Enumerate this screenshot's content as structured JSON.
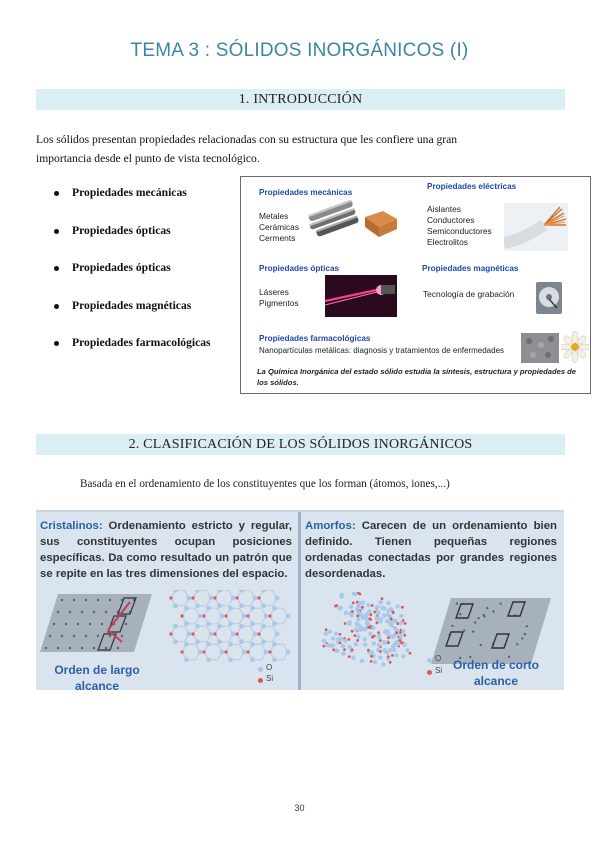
{
  "title": "TEMA 3 : SÓLIDOS INORGÁNICOS (I)",
  "section1": {
    "heading": "1. INTRODUCCIÓN",
    "intro_line1": "Los sólidos presentan propiedades relacionadas con su estructura que les confiere una gran",
    "intro_line2": "importancia desde el punto de vista tecnológico.",
    "bullets": [
      "Propiedades mecánicas",
      "Propiedades ópticas",
      "Propiedades ópticas",
      "Propiedades magnéticas",
      "Propiedades farmacológicas"
    ]
  },
  "properties_box": {
    "mecanicas": {
      "heading": "Propiedades mecánicas",
      "items": [
        "Metales",
        "Cerámicas",
        "Cerments"
      ]
    },
    "electricas": {
      "heading": "Propiedades eléctricas",
      "items": [
        "Aislantes",
        "Conductores",
        "Semiconductores",
        "Electrolitos"
      ]
    },
    "opticas": {
      "heading": "Propiedades ópticas",
      "items": [
        "Láseres",
        "Pigmentos"
      ]
    },
    "magneticas": {
      "heading": "Propiedades magnéticas",
      "items": [
        "Tecnología de grabación"
      ]
    },
    "farmacologicas": {
      "heading": "Propiedades farmacológicas",
      "items": [
        "Nanopartículas metálicas: diagnosis y tratamientos de enfermedades"
      ]
    },
    "note": "La Química Inorgánica del estado sólido estudia la síntesis, estructura y propiedades de los sólidos."
  },
  "section2": {
    "heading": "2. CLASIFICACIÓN DE LOS SÓLIDOS INORGÁNICOS",
    "basada": "Basada en el ordenamiento de los constituyentes que los forman (átomos, iones,...)",
    "cristalinos": {
      "key": "Cristalinos:",
      "text": " Ordenamiento estricto y regular, sus constituyentes ocupan posiciones específicas. Da como resultado un patrón que se repite en las tres dimensiones del espacio.",
      "caption_line1": "Orden de largo",
      "caption_line2": "alcance"
    },
    "amorfos": {
      "key": "Amorfos:",
      "text": " Carecen de un ordenamiento bien definido. Tienen pequeñas regiones ordenadas conectadas por grandes regiones desordenadas.",
      "caption_line1": "Orden de corto",
      "caption_line2": "alcance"
    },
    "legend": {
      "o": "O",
      "si": "Si"
    }
  },
  "page_number": "30",
  "colors": {
    "title": "#3b86a6",
    "section_bar": "#daeef3",
    "box_heading": "#1f48a8",
    "classif_key": "#2d5fa6",
    "oxygen": "#a9c9ea",
    "silicon": "#d85a5a"
  }
}
